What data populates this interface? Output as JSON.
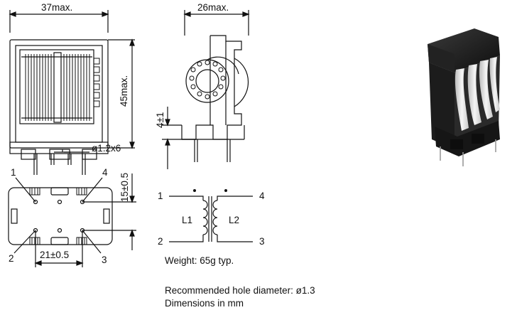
{
  "dimensions": {
    "width_max": "37max.",
    "height_max": "45max.",
    "depth_max": "26max.",
    "pin_diameter": "ø1.2x6",
    "standoff": "4±1",
    "pin_spacing_vertical": "15±0.5",
    "pin_spacing_horizontal": "21±0.5"
  },
  "pins": {
    "footprint": [
      "1",
      "4",
      "2",
      "3"
    ],
    "schematic": [
      "1",
      "4",
      "2",
      "3"
    ]
  },
  "schematic": {
    "coil_1": "L1",
    "coil_2": "L2"
  },
  "notes": {
    "weight": "Weight: 65g typ.",
    "hole": "Recommended hole diameter: ø1.3",
    "units": "Dimensions in mm"
  },
  "colors": {
    "line": "#111111",
    "body": "#1a1a1a",
    "winding": "#e6e6e6"
  }
}
